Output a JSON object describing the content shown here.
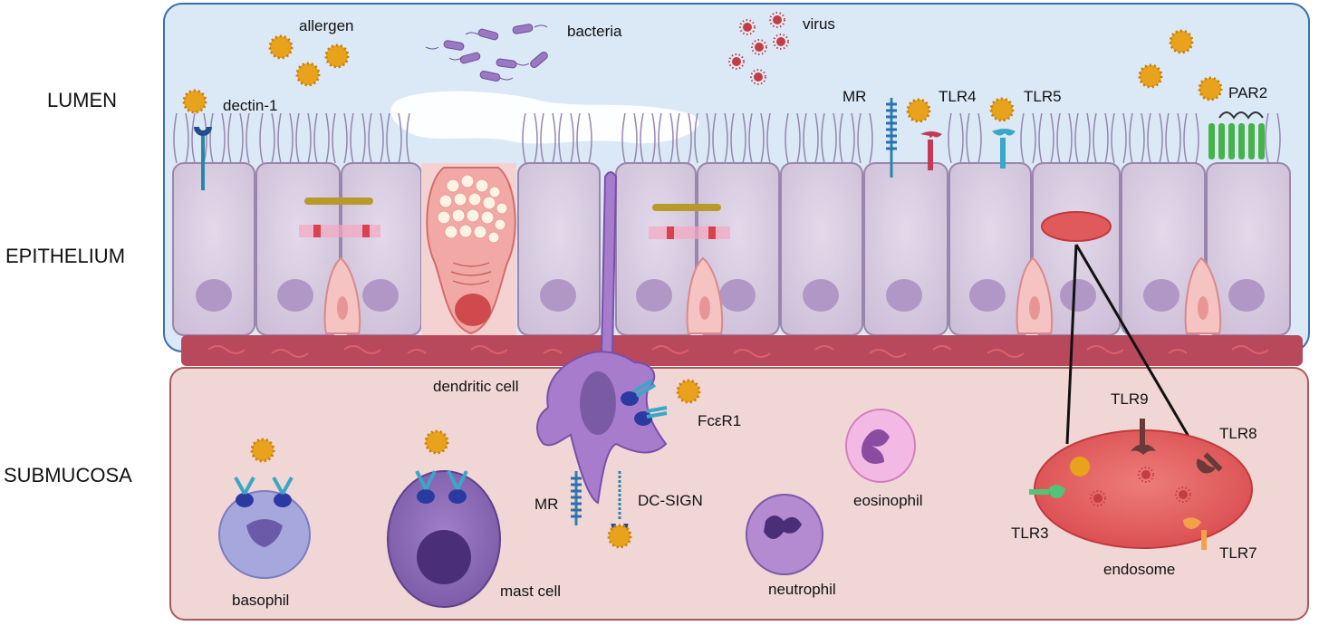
{
  "layers": {
    "lumen": "LUMEN",
    "epithelium": "EPITHELIUM",
    "submucosa": "SUBMUCOSA"
  },
  "pathogens": {
    "allergen": "allergen",
    "bacteria": "bacteria",
    "virus": "virus"
  },
  "receptors": {
    "dectin1": "dectin-1",
    "mr_top": "MR",
    "tlr4": "TLR4",
    "tlr5": "TLR5",
    "par2": "PAR2",
    "fcer1": "FcεR1",
    "mr_bottom": "MR",
    "dcsign": "DC-SIGN",
    "tlr9": "TLR9",
    "tlr8": "TLR8",
    "tlr3": "TLR3",
    "tlr7": "TLR7"
  },
  "cells": {
    "dendritic": "dendritic cell",
    "basophil": "basophil",
    "mast": "mast cell",
    "neutrophil": "neutrophil",
    "eosinophil": "eosinophil",
    "endosome": "endosome"
  },
  "colors": {
    "lumen_bg": "#dbe9f7",
    "lumen_border": "#3b6fa8",
    "cell_fill": "#d6cadd",
    "cell_stroke": "#9a86ac",
    "basement": "#b8485c",
    "submucosa_bg": "#f1d6d6",
    "allergen": "#e8a21c",
    "dendritic": "#a77ccc",
    "endosome": "#e0595b"
  }
}
